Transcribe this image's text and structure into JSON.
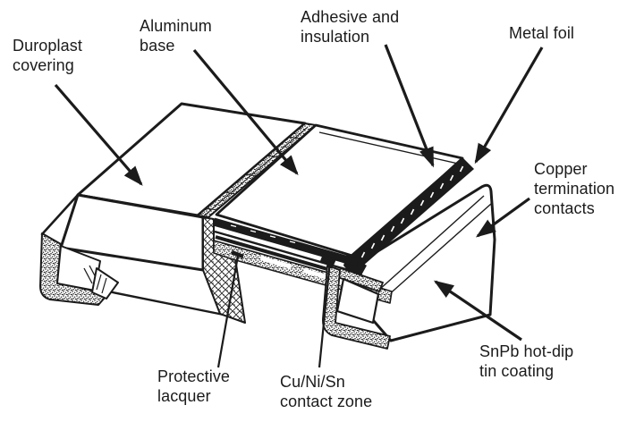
{
  "figure": {
    "title_hint": "SMD chip resistor construction cutaway",
    "background": "#ffffff",
    "ink": "#1b1b1b",
    "labels": {
      "duroplast": "Duroplast\ncovering",
      "aluminum": "Aluminum\nbase",
      "adhesive": "Adhesive and\ninsulation",
      "metal_foil": "Metal foil",
      "copper": "Copper\ntermination\ncontacts",
      "snpb": "SnPb hot-dip\ntin coating",
      "lacquer": "Protective\nlacquer",
      "cuni": "Cu/Ni/Sn\ncontact zone"
    }
  }
}
